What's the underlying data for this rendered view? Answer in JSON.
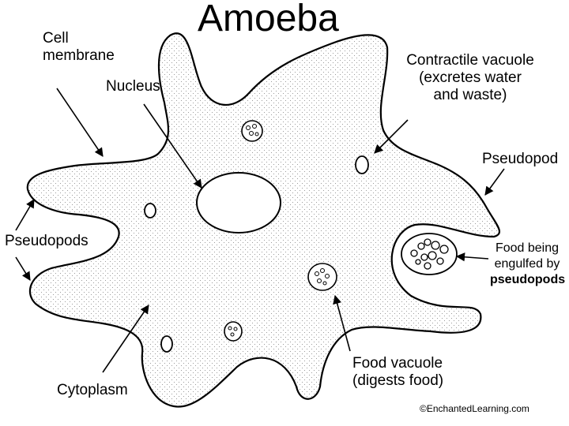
{
  "title": "Amoeba",
  "labels": {
    "cell_membrane": [
      "Cell",
      "membrane"
    ],
    "nucleus": "Nucleus",
    "contractile_vacuole": [
      "Contractile vacuole",
      "(excretes water",
      "and waste)"
    ],
    "pseudopod": "Pseudopod",
    "pseudopods": "Pseudopods",
    "food_engulfed": [
      "Food being",
      "engulfed by",
      "pseudopods"
    ],
    "food_vacuole": [
      "Food vacuole",
      "(digests food)"
    ],
    "cytoplasm": "Cytoplasm"
  },
  "credit": "©EnchantedLearning.com"
}
